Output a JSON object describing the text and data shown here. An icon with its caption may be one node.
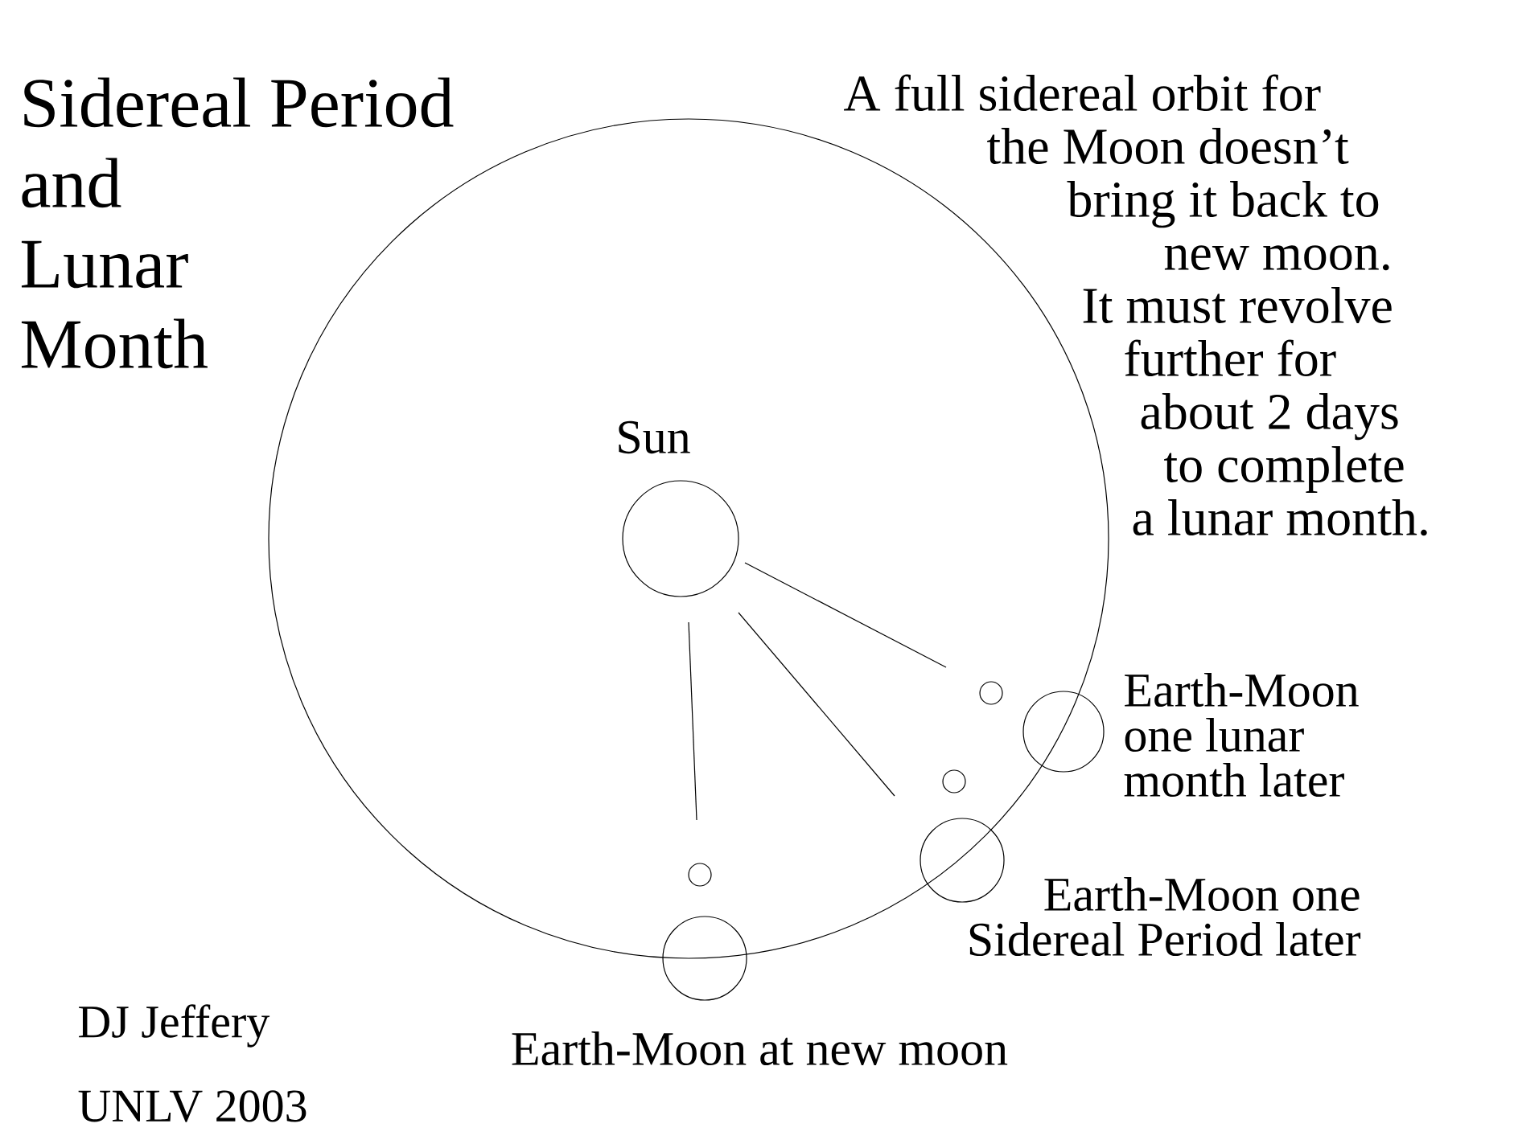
{
  "diagram": {
    "title": "Sidereal Period and Lunar Month",
    "nodes": [
      {
        "text": [],
        "shape": "circle",
        "beside": [
          "Sun"
        ]
      },
      {
        "text": [],
        "shape": "circle"
      },
      {
        "text": [],
        "shape": "circle",
        "beside": [
          "Earth-Moon one lunar month later"
        ]
      },
      {
        "text": [],
        "shape": "circle"
      },
      {
        "text": [],
        "shape": "circle",
        "beside": [
          "Earth-Moon one Sidereal Period later"
        ]
      },
      {
        "text": [],
        "shape": "circle"
      },
      {
        "text": [],
        "shape": "circle",
        "beside": [
          "Earth-Moon at new moon"
        ]
      }
    ],
    "labels": [
      "A full sidereal orbit for the Moon doesn’t bring it back to new moon. It must revolve further for about 2 days to complete a lunar month.",
      "DJ Jeffery",
      "UNLV 2003"
    ]
  }
}
